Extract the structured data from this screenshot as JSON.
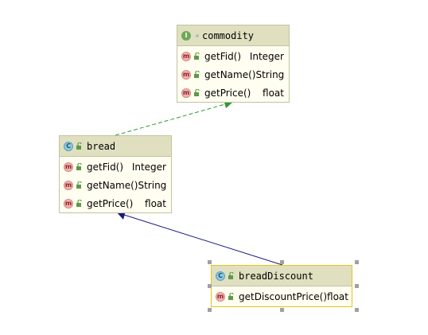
{
  "colors": {
    "header_bg": "#e0e0c0",
    "body_bg": "#fffef0",
    "border": "#c2c2a4",
    "selected_border": "#e6c419",
    "realization_arrow": "#2e9a2e",
    "generalization_arrow": "#1a1a80"
  },
  "nodes": [
    {
      "kind": "interface",
      "kind_letter": "I",
      "name": "commodity",
      "members": [
        {
          "kind_letter": "m",
          "name": "getFid()",
          "type": "Integer"
        },
        {
          "kind_letter": "m",
          "name": "getName()",
          "type": "String"
        },
        {
          "kind_letter": "m",
          "name": "getPrice()",
          "type": "float"
        }
      ]
    },
    {
      "kind": "class",
      "kind_letter": "C",
      "name": "bread",
      "members": [
        {
          "kind_letter": "m",
          "name": "getFid()",
          "type": "Integer"
        },
        {
          "kind_letter": "m",
          "name": "getName()",
          "type": "String"
        },
        {
          "kind_letter": "m",
          "name": "getPrice()",
          "type": "float"
        }
      ]
    },
    {
      "kind": "class",
      "kind_letter": "C",
      "name": "breadDiscount",
      "selected": true,
      "members": [
        {
          "kind_letter": "m",
          "name": "getDiscountPrice()",
          "type": "float"
        }
      ]
    }
  ],
  "edges": [
    {
      "from": "bread",
      "to": "commodity",
      "type": "realization",
      "style": "dashed"
    },
    {
      "from": "breadDiscount",
      "to": "bread",
      "type": "generalization",
      "style": "solid"
    }
  ]
}
